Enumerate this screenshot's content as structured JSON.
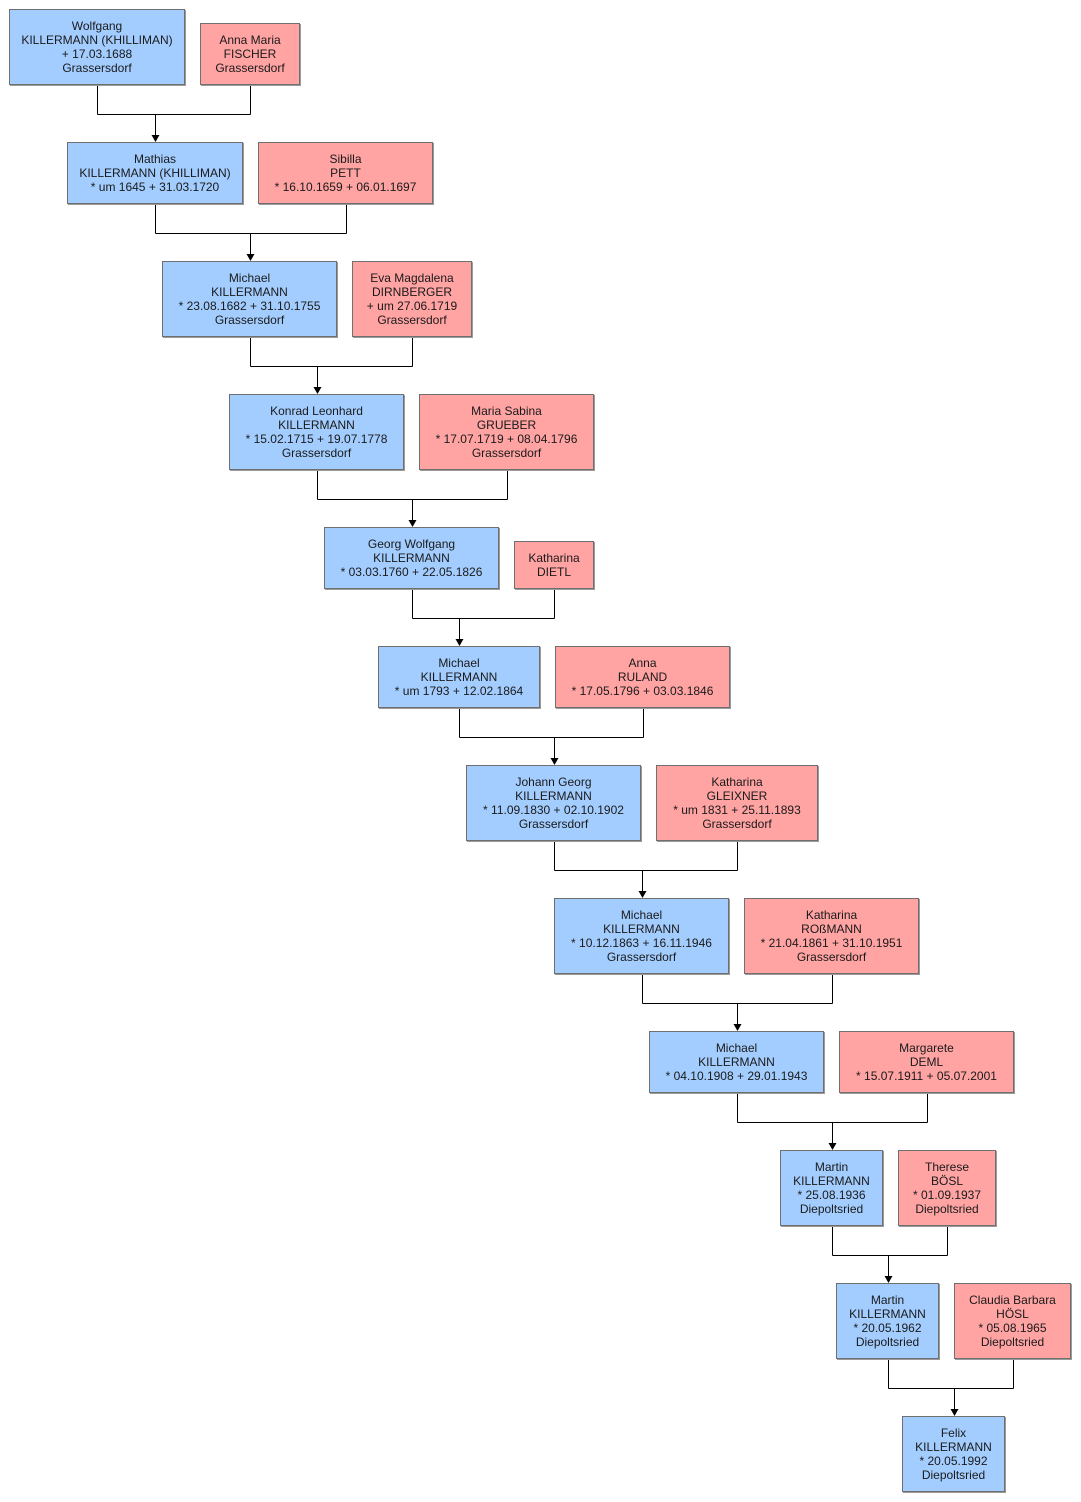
{
  "colors": {
    "male": "#a3cdff",
    "female": "#ffa3a3",
    "line": "#000000",
    "border": "#6f6f6f"
  },
  "generations": [
    {
      "child": {
        "lines": [
          "Wolfgang",
          "KILLERMANN (KHILLIMAN)",
          "+ 17.03.1688",
          "Grassersdorf"
        ]
      },
      "spouse": {
        "lines": [
          "Anna Maria",
          "FISCHER",
          "Grassersdorf"
        ]
      }
    },
    {
      "child": {
        "lines": [
          "Mathias",
          "KILLERMANN (KHILLIMAN)",
          "* um 1645  + 31.03.1720"
        ]
      },
      "spouse": {
        "lines": [
          "Sibilla",
          "PETT",
          "* 16.10.1659  + 06.01.1697"
        ]
      }
    },
    {
      "child": {
        "lines": [
          "Michael",
          "KILLERMANN",
          "* 23.08.1682  + 31.10.1755",
          "Grassersdorf"
        ]
      },
      "spouse": {
        "lines": [
          "Eva Magdalena",
          "DIRNBERGER",
          "+ um 27.06.1719",
          "Grassersdorf"
        ]
      }
    },
    {
      "child": {
        "lines": [
          "Konrad Leonhard",
          "KILLERMANN",
          "* 15.02.1715  + 19.07.1778",
          "Grassersdorf"
        ]
      },
      "spouse": {
        "lines": [
          "Maria Sabina",
          "GRUEBER",
          "* 17.07.1719  + 08.04.1796",
          "Grassersdorf"
        ]
      }
    },
    {
      "child": {
        "lines": [
          "Georg Wolfgang",
          "KILLERMANN",
          "* 03.03.1760  + 22.05.1826"
        ]
      },
      "spouse": {
        "lines": [
          "Katharina",
          "DIETL"
        ]
      }
    },
    {
      "child": {
        "lines": [
          "Michael",
          "KILLERMANN",
          "* um 1793  + 12.02.1864"
        ]
      },
      "spouse": {
        "lines": [
          "Anna",
          "RULAND",
          "* 17.05.1796  + 03.03.1846"
        ]
      }
    },
    {
      "child": {
        "lines": [
          "Johann Georg",
          "KILLERMANN",
          "* 11.09.1830  + 02.10.1902",
          "Grassersdorf"
        ]
      },
      "spouse": {
        "lines": [
          "Katharina",
          "GLEIXNER",
          "* um 1831  + 25.11.1893",
          "Grassersdorf"
        ]
      }
    },
    {
      "child": {
        "lines": [
          "Michael",
          "KILLERMANN",
          "* 10.12.1863  + 16.11.1946",
          "Grassersdorf"
        ]
      },
      "spouse": {
        "lines": [
          "Katharina",
          "ROßMANN",
          "* 21.04.1861  + 31.10.1951",
          "Grassersdorf"
        ]
      }
    },
    {
      "child": {
        "lines": [
          "Michael",
          "KILLERMANN",
          "* 04.10.1908  + 29.01.1943"
        ]
      },
      "spouse": {
        "lines": [
          "Margarete",
          "DEML",
          "* 15.07.1911  + 05.07.2001"
        ]
      }
    },
    {
      "child": {
        "lines": [
          "Martin",
          "KILLERMANN",
          "* 25.08.1936",
          "Diepoltsried"
        ]
      },
      "spouse": {
        "lines": [
          "Therese",
          "BÖSL",
          "* 01.09.1937",
          "Diepoltsried"
        ]
      }
    },
    {
      "child": {
        "lines": [
          "Martin",
          "KILLERMANN",
          "* 20.05.1962",
          "Diepoltsried"
        ]
      },
      "spouse": {
        "lines": [
          "Claudia Barbara",
          "HÖSL",
          "* 05.08.1965",
          "Diepoltsried"
        ]
      }
    },
    {
      "child": {
        "lines": [
          "Felix",
          "KILLERMANN",
          "* 20.05.1992",
          "Diepoltsried"
        ]
      }
    }
  ]
}
